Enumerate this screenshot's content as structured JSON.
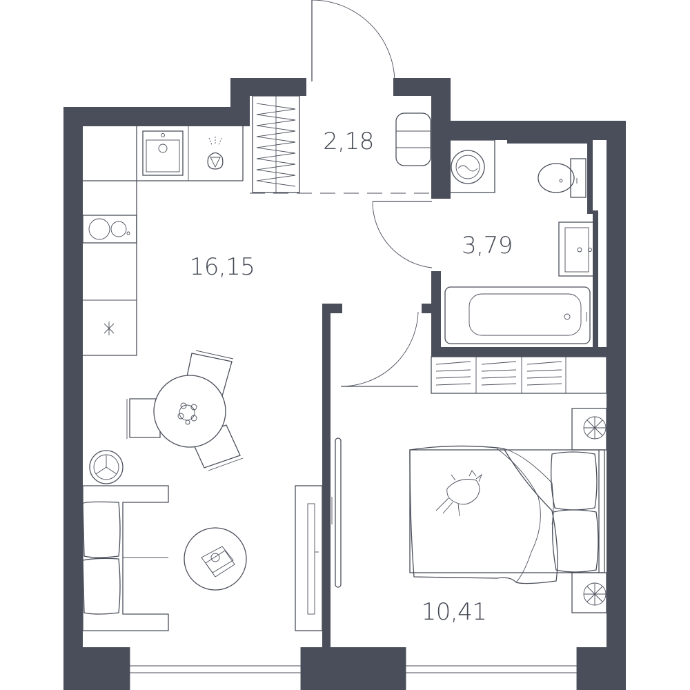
{
  "colors": {
    "wall": "#4a4e5a",
    "line": "#4a4e5a",
    "background": "#ffffff"
  },
  "rooms": [
    {
      "id": "hall",
      "area_label": "2,18"
    },
    {
      "id": "bathroom",
      "area_label": "3,79"
    },
    {
      "id": "living_kitchen",
      "area_label": "16,15"
    },
    {
      "id": "bedroom",
      "area_label": "10,41"
    }
  ],
  "icons": [
    "sink-icon",
    "faucet-icon",
    "stove-icon",
    "dining-table-icon",
    "chair-icon",
    "armchair-icon",
    "sofa-icon",
    "coffee-table-icon",
    "tv-stand-icon",
    "wardrobe-icon",
    "shoe-rack-icon",
    "washing-machine-icon",
    "toilet-icon",
    "washbasin-icon",
    "bathtub-icon",
    "double-bed-icon",
    "nightstand-icon",
    "door-swing-icon",
    "window-icon",
    "mirror-icon"
  ]
}
